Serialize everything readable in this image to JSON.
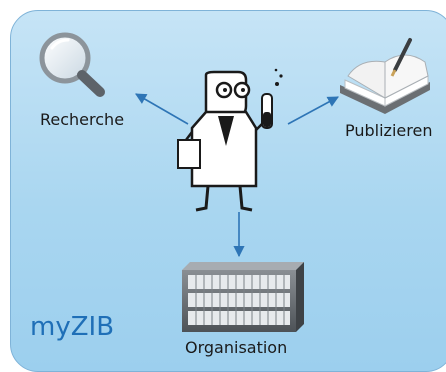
{
  "labels": {
    "recherche": "Recherche",
    "publizieren": "Publizieren",
    "organisation": "Organisation",
    "brand": "myZIB"
  },
  "icons": [
    "magnifier-icon",
    "scientist-icon",
    "book-icon",
    "filing-cabinet-icon"
  ],
  "colors": {
    "panel": "#a9d6f0",
    "arrow": "#2e75b6",
    "brand": "#1f6fb7"
  }
}
